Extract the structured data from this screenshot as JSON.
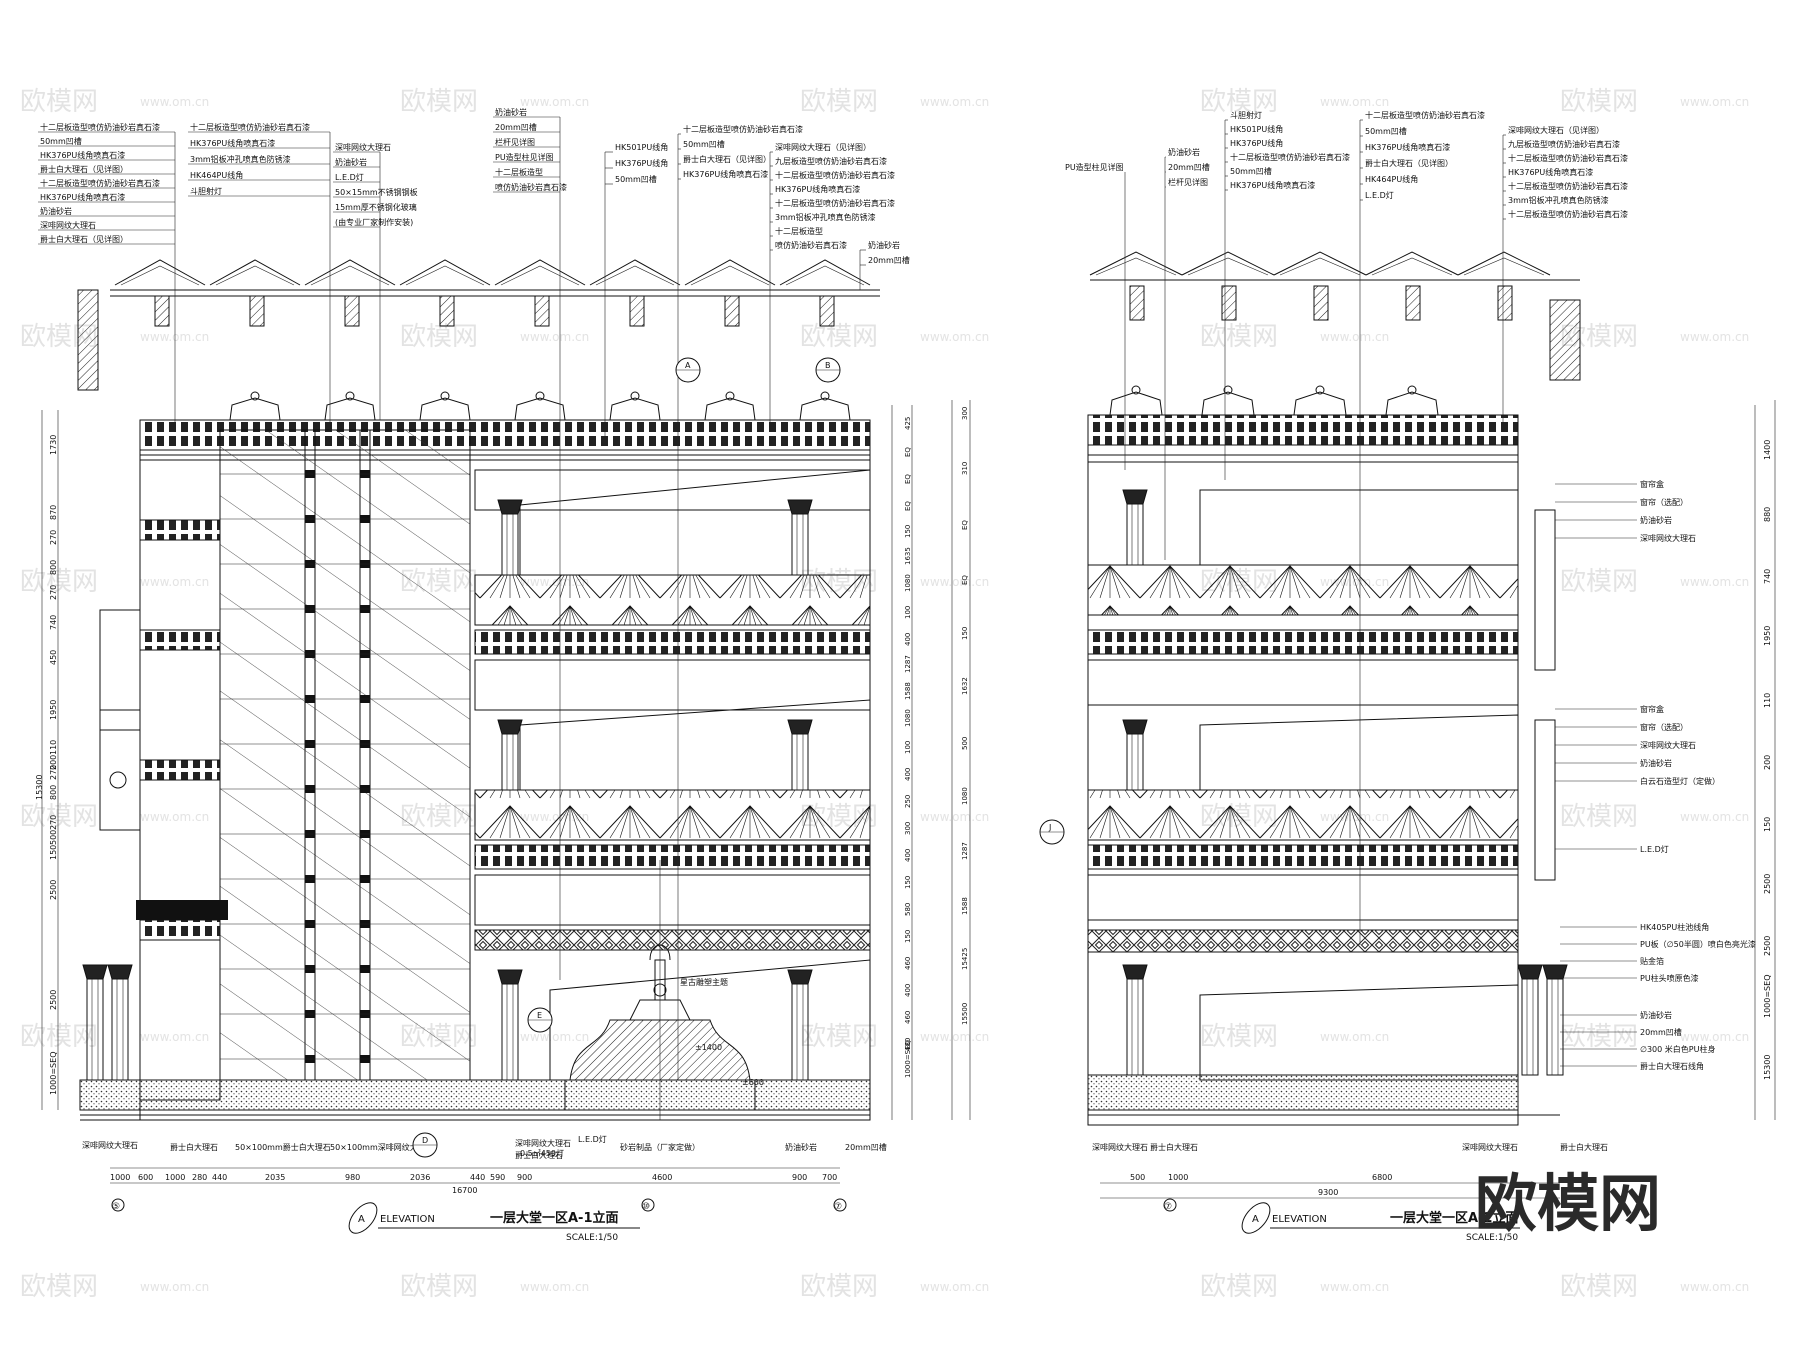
{
  "watermarks": {
    "brand": "欧模网",
    "url": "www.om.cn",
    "big_logo": "欧模网"
  },
  "left": {
    "title_mark": "A",
    "title_elev": "ELEVATION",
    "title_cn": "一层大堂一区A-1立面",
    "scale": "SCALE:1/50",
    "top_notes_col1": [
      "十二层板造型喷仿奶油砂岩真石漆",
      "50mm凹槽",
      "HK376PU线角喷真石漆",
      "爵士白大理石（见详图）",
      "十二层板造型喷仿奶油砂岩真石漆",
      "HK376PU线角喷真石漆",
      "奶油砂岩",
      "深啡网纹大理石",
      "爵士白大理石（见详图）"
    ],
    "top_notes_col2": [
      "十二层板造型喷仿奶油砂岩真石漆",
      "HK376PU线角喷真石漆",
      "3mm铝板冲孔喷真色防锈漆",
      "HK464PU线角",
      "斗胆射灯"
    ],
    "top_notes_col3": [
      "深啡网纹大理石",
      "奶油砂岩",
      "L.E.D灯",
      "50×15mm不锈钢钢板",
      "15mm厚不锈钢化玻璃",
      "(由专业厂家制作安装)"
    ],
    "top_notes_col4": [
      "奶油砂岩",
      "20mm凹槽",
      "栏杆见详图",
      "PU造型柱见详图",
      "十二层板造型",
      "喷仿奶油砂岩真石漆"
    ],
    "top_notes_col5": [
      "HK501PU线角",
      "HK376PU线角",
      "50mm凹槽"
    ],
    "top_notes_col6": [
      "十二层板造型喷仿奶油砂岩真石漆",
      "50mm凹槽",
      "爵士白大理石（见详图）",
      "HK376PU线角喷真石漆"
    ],
    "top_notes_col7": [
      "深啡网纹大理石（见详图）",
      "九层板造型喷仿奶油砂岩真石漆",
      "十二层板造型喷仿奶油砂岩真石漆",
      "HK376PU线角喷真石漆",
      "十二层板造型喷仿奶油砂岩真石漆",
      "3mm铝板冲孔喷真色防锈漆",
      "十二层板造型",
      "喷仿奶油砂岩真石漆"
    ],
    "top_notes_col8": [
      "奶油砂岩",
      "20mm凹槽"
    ],
    "bottom_notes": [
      "深啡网纹大理石",
      "爵士白大理石",
      "50×100mm爵士白大理石",
      "50×100mm深啡网纹大理石",
      "深啡网纹大理石",
      "爵士白大理石",
      "L.E.D灯",
      "0.5㎡450灯",
      "砂岩制品（厂家定做）",
      "奶油砂岩",
      "20mm凹槽"
    ],
    "fountain_notes": [
      "星古雕塑主题",
      "±1400",
      "±600"
    ],
    "dims_bottom": [
      "1000",
      "600",
      "1000",
      "280",
      "440",
      "2035",
      "980",
      "2036",
      "440",
      "590",
      "900",
      "4600",
      "900",
      "700"
    ],
    "dims_total": "16700",
    "axes": [
      "⑤",
      "⑦",
      "⑩"
    ],
    "dims_left": [
      "1730",
      "870",
      "270",
      "800",
      "270",
      "740",
      "450",
      "1950",
      "110",
      "200",
      "270",
      "800",
      "270",
      "500",
      "150",
      "2500",
      "2500",
      "1000=SEQ",
      "15300"
    ],
    "dims_right1": [
      "425",
      "EQ",
      "EQ",
      "EQ",
      "150",
      "1635",
      "1080",
      "100",
      "400",
      "1287",
      "1588",
      "1080",
      "100",
      "400",
      "250",
      "300",
      "400",
      "150",
      "580",
      "150",
      "460",
      "400",
      "460",
      "480",
      "1000=SEQ"
    ],
    "dims_right2": [
      "300",
      "310",
      "EQ",
      "EQ",
      "150",
      "1632",
      "500",
      "1080",
      "1287",
      "1588",
      "15425",
      "15500"
    ],
    "section_tags": [
      "A",
      "B",
      "E",
      "D"
    ]
  },
  "right": {
    "title_mark": "A",
    "title_elev": "ELEVATION",
    "title_cn": "一层大堂一区A-2立面",
    "scale": "SCALE:1/50",
    "top_notes_left": [
      "PU造型柱见详图"
    ],
    "top_notes_col1": [
      "奶油砂岩",
      "20mm凹槽",
      "栏杆见详图"
    ],
    "top_notes_col2": [
      "斗胆射灯",
      "HK501PU线角",
      "HK376PU线角",
      "十二层板造型喷仿奶油砂岩真石漆",
      "50mm凹槽",
      "HK376PU线角喷真石漆"
    ],
    "top_notes_col3": [
      "十二层板造型喷仿奶油砂岩真石漆",
      "50mm凹槽",
      "HK376PU线角喷真石漆",
      "爵士白大理石（见详图）",
      "HK464PU线角",
      "L.E.D灯"
    ],
    "top_notes_col4": [
      "深啡网纹大理石（见详图）",
      "九层板造型喷仿奶油砂岩真石漆",
      "十二层板造型喷仿奶油砂岩真石漆",
      "HK376PU线角喷真石漆",
      "十二层板造型喷仿奶油砂岩真石漆",
      "3mm铝板冲孔喷真色防锈漆",
      "十二层板造型喷仿奶油砂岩真石漆"
    ],
    "side_notes_upper": [
      "窗帘盒",
      "窗帘（选配）",
      "奶油砂岩",
      "深啡网纹大理石"
    ],
    "side_notes_lower": [
      "窗帘盒",
      "窗帘（选配）",
      "深啡网纹大理石",
      "奶油砂岩",
      "白云石造型灯（定做）",
      "L.E.D灯"
    ],
    "side_notes_bottom": [
      "HK405PU柱池线角",
      "PU板（∅50半圆）喷白色亮光漆",
      "贴金箔",
      "PU柱头喷原色漆",
      "奶油砂岩",
      "20mm凹槽",
      "∅300 米白色PU柱身",
      "爵士白大理石线角"
    ],
    "bottom_notes": [
      "深啡网纹大理石",
      "爵士白大理石",
      "深啡网纹大理石",
      "爵士白大理石"
    ],
    "dims_bottom": [
      "500",
      "1000",
      "6800"
    ],
    "dims_total": "9300",
    "axes": [
      "⑦"
    ],
    "dims_right": [
      "1400",
      "880",
      "740",
      "1950",
      "110",
      "200",
      "150",
      "2500",
      "2500",
      "1000=SEQ",
      "15300"
    ],
    "section_tags": [
      "J"
    ]
  }
}
